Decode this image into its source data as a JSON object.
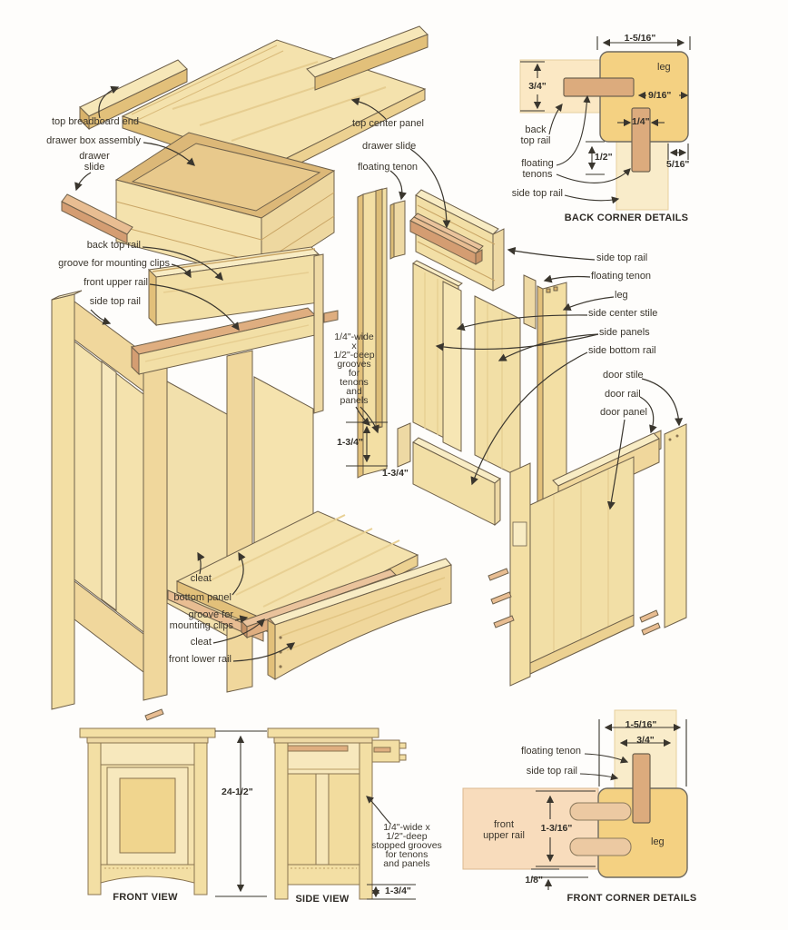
{
  "colors": {
    "wood_light": "#f6e7b8",
    "wood_mid": "#efd79c",
    "wood_dark": "#e2c07a",
    "salmon": "#dfae80",
    "peach_panel": "#fbe8c4",
    "peach_pink": "#f8dcbc",
    "leg_gold": "#f4d182",
    "pale_rail": "#f9ecca",
    "dowel": "#ecc9a2",
    "line": "#3a362e",
    "outline": "#6e604a"
  },
  "exploded": {
    "top_breadboard_end": "top breadboard end",
    "drawer_box_assembly": "drawer box assembly",
    "drawer_slide_left_1": "drawer",
    "drawer_slide_left_2": "slide",
    "top_center_panel": "top center panel",
    "drawer_slide_right": "drawer slide",
    "floating_tenon_top": "floating tenon",
    "back_top_rail": "back top rail",
    "groove_mounting_clips_upper": "groove for mounting clips",
    "front_upper_rail": "front upper rail",
    "side_top_rail_left": "side top rail",
    "side_top_rail_right": "side top rail",
    "floating_tenon_right": "floating tenon",
    "leg": "leg",
    "side_center_stile": "side center stile",
    "side_panels": "side panels",
    "side_bottom_rail": "side bottom rail",
    "door_stile": "door stile",
    "door_rail": "door rail",
    "door_panel": "door panel",
    "grooves_note_lines": [
      "1/4\"-wide",
      "x",
      "1/2\"-deep",
      "grooves",
      "for",
      "tenons",
      "and",
      "panels"
    ],
    "dim_1_3_4_a": "1-3/4\"",
    "dim_1_3_4_b": "1-3/4\"",
    "cleat_upper": "cleat",
    "bottom_panel": "bottom panel",
    "groove_mounting_clips_lower_1": "groove for",
    "groove_mounting_clips_lower_2": "mounting clips",
    "cleat_lower": "cleat",
    "front_lower_rail": "front lower rail"
  },
  "back_corner": {
    "title": "BACK CORNER DETAILS",
    "leg": "leg",
    "back_top_rail_1": "back",
    "back_top_rail_2": "top rail",
    "floating_tenons_1": "floating",
    "floating_tenons_2": "tenons",
    "side_top_rail": "side top rail",
    "dim_width": "1-5/16\"",
    "dim_34": "3/4\"",
    "dim_916": "9/16\"",
    "dim_14": "1/4\"",
    "dim_12": "1/2\"",
    "dim_516": "5/16\""
  },
  "front_view": {
    "caption": "FRONT VIEW",
    "dim_height": "24-1/2\""
  },
  "side_view": {
    "caption": "SIDE VIEW",
    "note_lines": [
      "1/4\"-wide x",
      "1/2\"-deep",
      "stopped grooves",
      "for tenons",
      "and panels"
    ],
    "dim": "1-3/4\""
  },
  "front_corner": {
    "title": "FRONT CORNER DETAILS",
    "floating_tenon": "floating tenon",
    "side_top_rail": "side top rail",
    "front_upper_rail_1": "front",
    "front_upper_rail_2": "upper rail",
    "leg": "leg",
    "dim_width": "1-5/16\"",
    "dim_34": "3/4\"",
    "dim_1316": "1-3/16\"",
    "dim_18": "1/8\""
  }
}
